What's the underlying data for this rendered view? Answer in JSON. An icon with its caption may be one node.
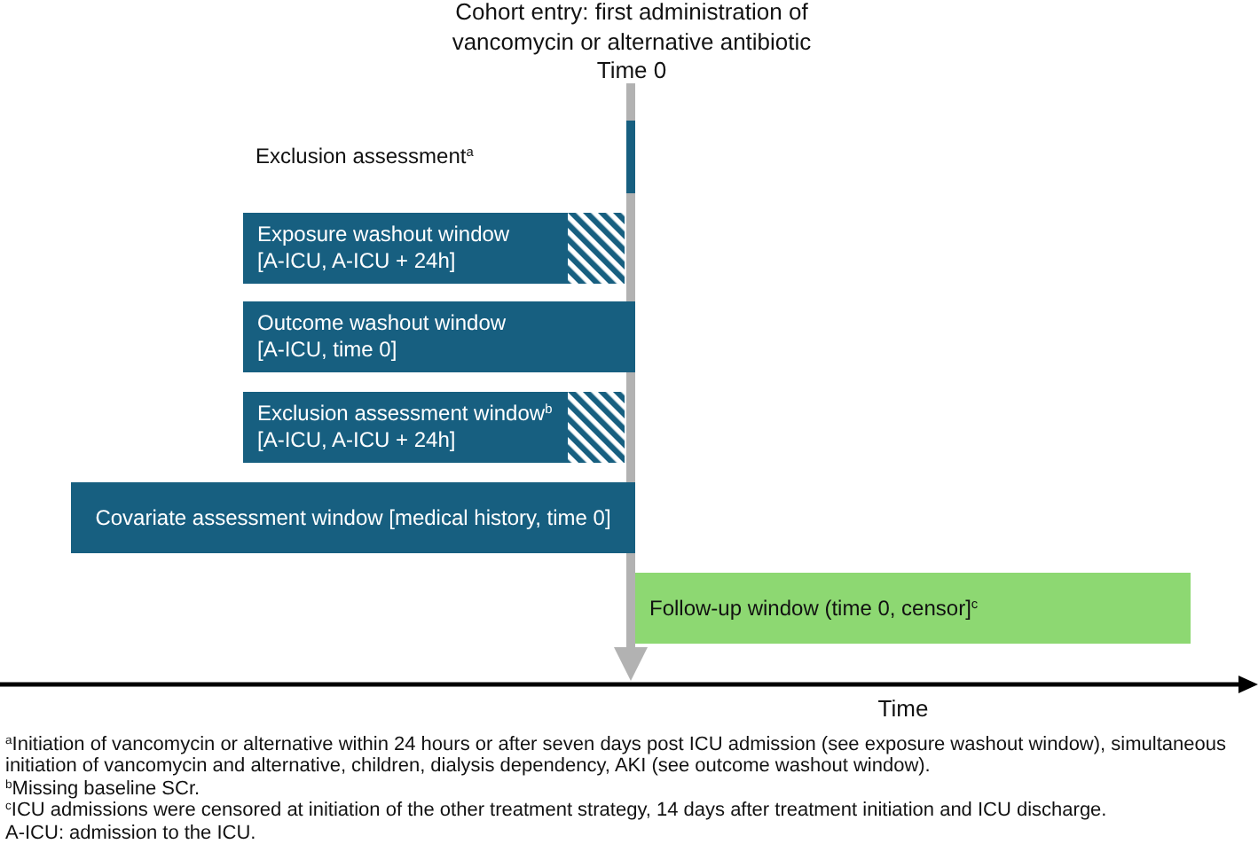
{
  "diagram": {
    "nodes": [
      {
        "text": [],
        "shape": "bar"
      },
      {
        "text": [
          "Exposure washout window",
          "[A-ICU, A-ICU + 24h]"
        ]
      },
      {
        "text": [
          "Outcome washout window",
          "[A-ICU, time 0]"
        ]
      },
      {
        "text": [
          "Exclusion assessment window$^{b}$",
          "[A-ICU, A-ICU + 24h]"
        ]
      },
      {
        "text": [
          "Covariate assessment window [medical history, time 0]"
        ]
      },
      {
        "text": [
          "Follow-up window (time 0, censor]$^{c}$"
        ]
      }
    ],
    "labels": [
      "Cohort entry: first administration of vancomycin or alternative antibiotic",
      "Time 0",
      "Exclusion assessment$^{a}$",
      "Time",
      "$^{a}$Initiation of vancomycin or alternative within 24 hours or after seven days post ICU admission (see exposure washout window), simultaneous initiation of vancomycin and alternative, children, dialysis dependency, AKI (see outcome washout window).",
      "$^{b}$Missing baseline SCr.",
      "$^{c}$ICU admissions were censored at initiation of the other treatment strategy, 14 days after treatment initiation and ICU discharge.",
      "A-ICU: admission to the ICU."
    ]
  }
}
